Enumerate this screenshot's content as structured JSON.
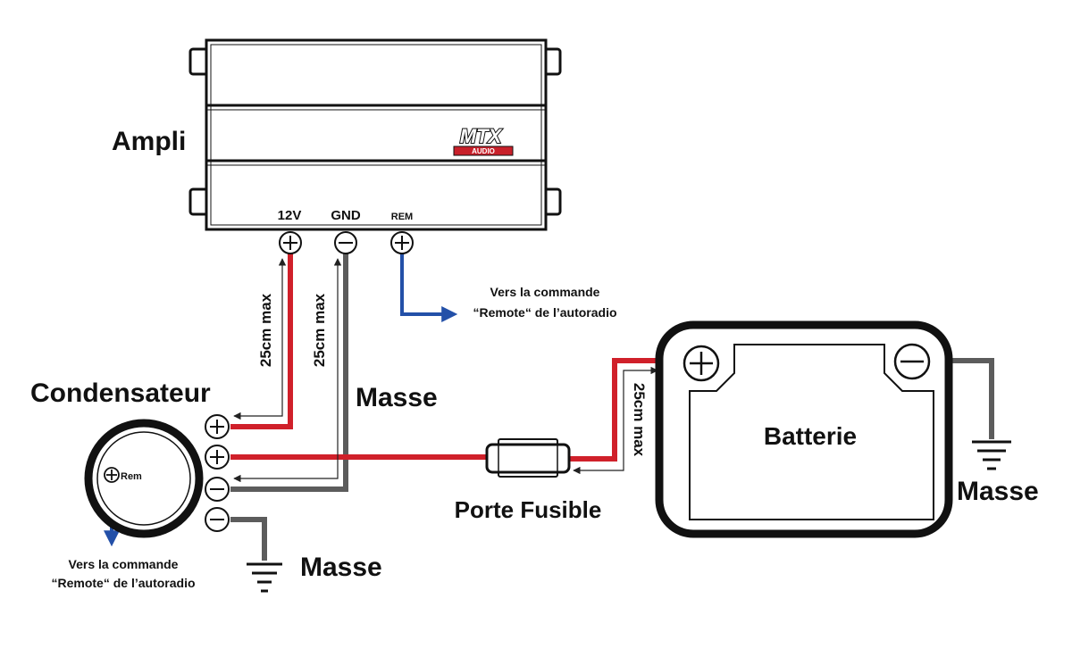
{
  "labels": {
    "amp": "Ampli",
    "capacitor": "Condensateur",
    "ground_mid": "Masse",
    "ground_cap": "Masse",
    "ground_battery": "Masse",
    "fuse_holder": "Porte Fusible",
    "battery": "Batterie"
  },
  "amp_terminals": {
    "t12v": "12V",
    "gnd": "GND",
    "rem": "REM"
  },
  "logo": {
    "brand": "MTX",
    "sub": "AUDIO"
  },
  "capacitor_terminal": {
    "rem": "Rem"
  },
  "notes": {
    "remote_amp_line1": "Vers la commande",
    "remote_amp_line2": "“Remote“ de l’autoradio",
    "remote_cap_line1": "Vers la commande",
    "remote_cap_line2": "“Remote“ de l’autoradio"
  },
  "distances": {
    "amp_power": "25cm max",
    "amp_ground": "25cm max",
    "battery": "25cm max"
  },
  "colors": {
    "power": "#d0202a",
    "ground": "#5c5c5c",
    "remote": "#2350a8",
    "logo_accent": "#c8202a"
  },
  "icons": {
    "plus_terminal": "plus-terminal-icon",
    "minus_terminal": "minus-terminal-icon",
    "ground": "ground-symbol-icon"
  }
}
